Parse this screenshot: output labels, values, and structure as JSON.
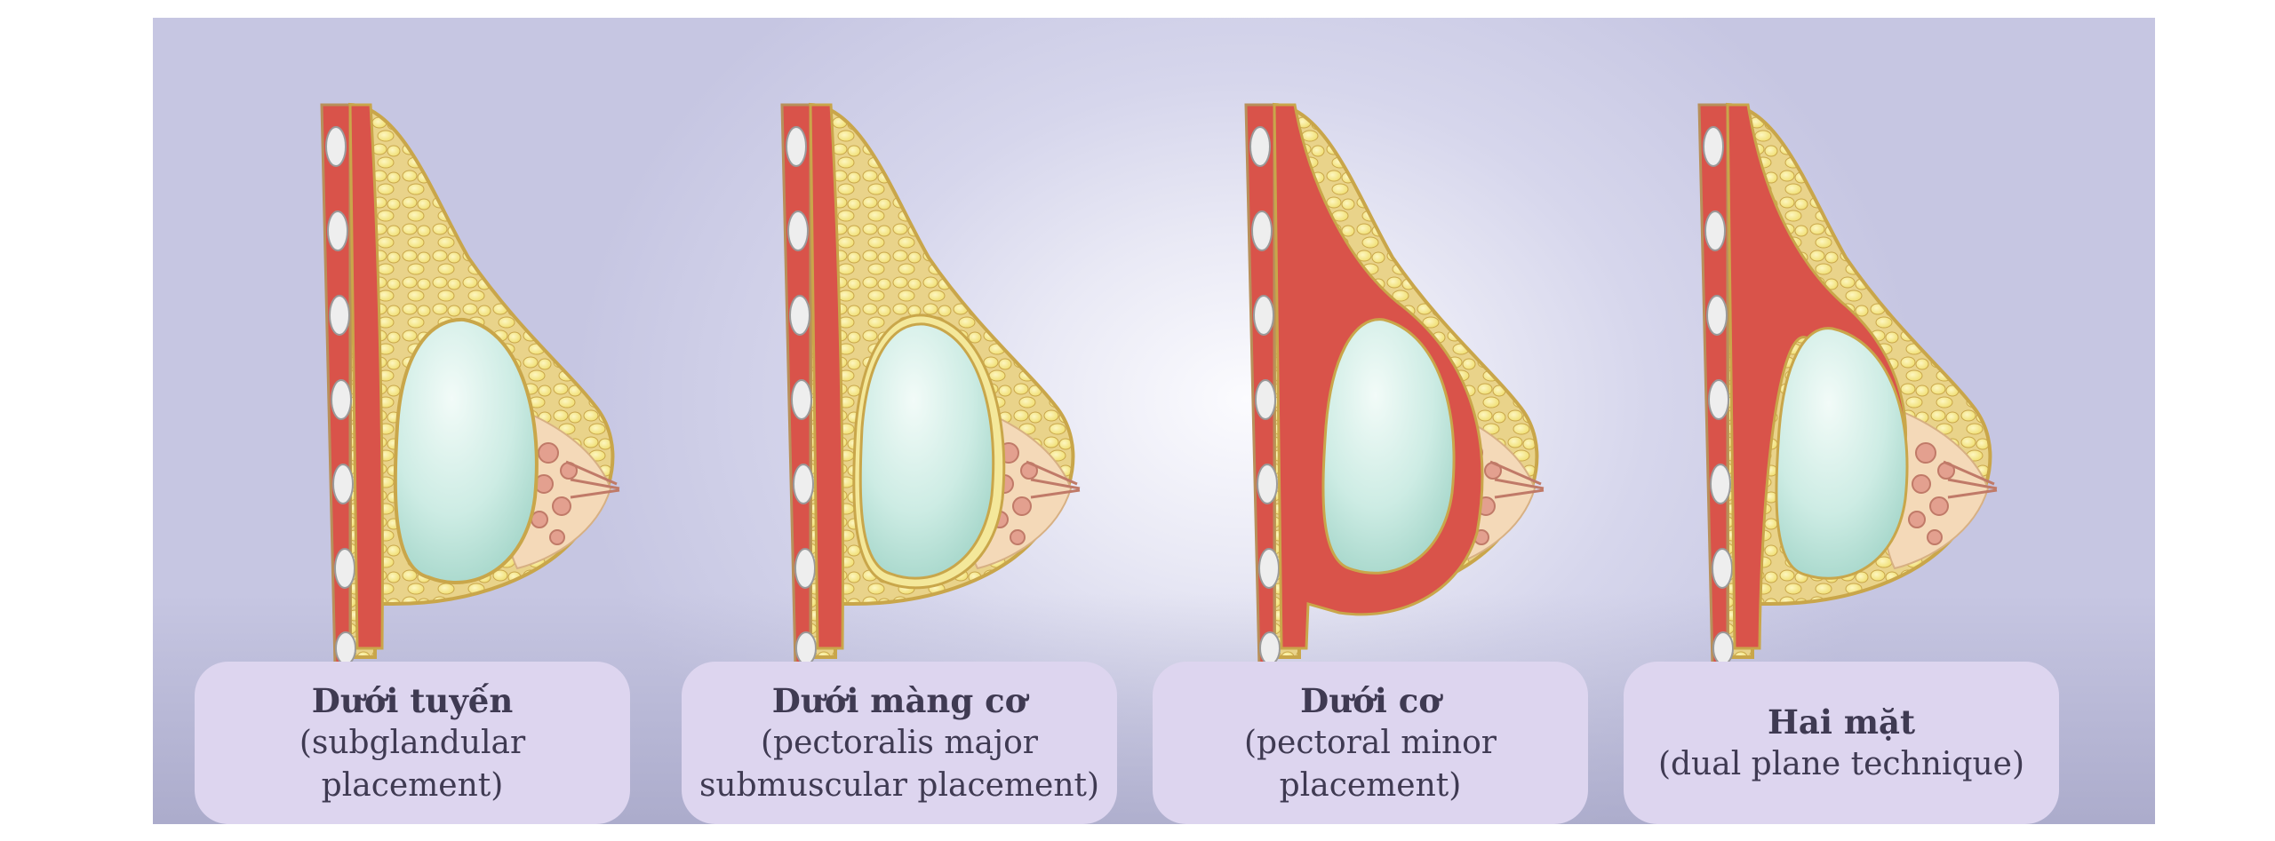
{
  "diagram": {
    "colors": {
      "background": "#c6c6e2",
      "label_box": "#ddd5ef",
      "label_text": "#3f3a52",
      "muscle": "#d9534a",
      "fat": "#f3e47c",
      "tissue": "#f4d9b8",
      "implant": "#bfe6dc",
      "outline": "#c9a64a"
    },
    "placements": [
      {
        "id": "subglandular",
        "title": "Dưới tuyến",
        "subtitle": "(subglandular placement)",
        "implant_layer": "above-muscle"
      },
      {
        "id": "subfascial",
        "title": "Dưới màng cơ",
        "subtitle": "(pectoralis major submuscular placement)",
        "implant_layer": "under-fascia"
      },
      {
        "id": "submuscular",
        "title": "Dưới cơ",
        "subtitle": "(pectoral minor placement)",
        "implant_layer": "under-muscle"
      },
      {
        "id": "dual-plane",
        "title": "Hai mặt",
        "subtitle": "(dual plane technique)",
        "implant_layer": "dual-plane"
      }
    ]
  }
}
